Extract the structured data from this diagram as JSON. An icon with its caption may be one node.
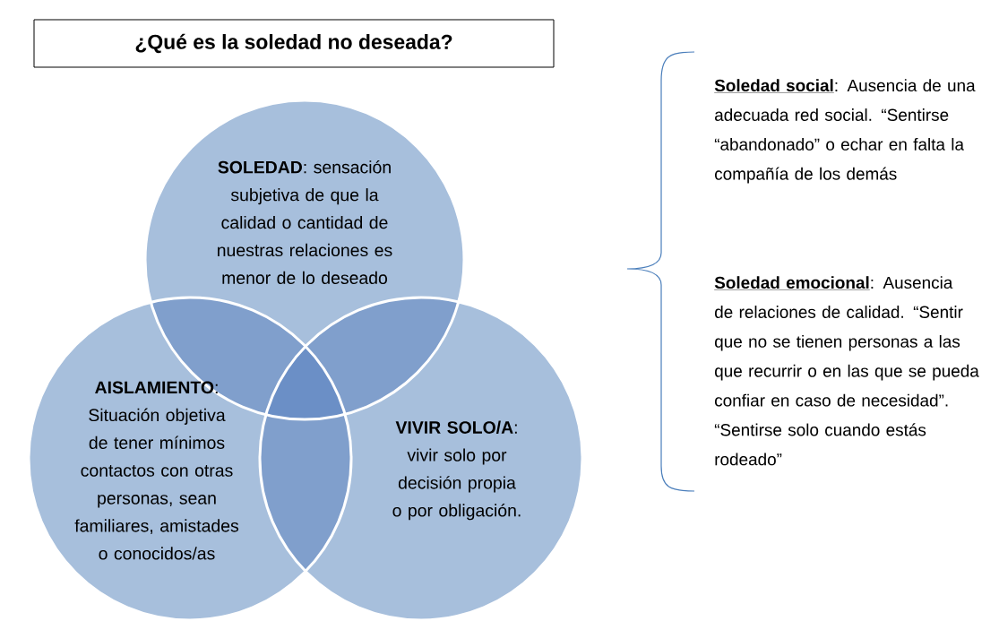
{
  "diagram": {
    "title": "¿Qué es la soledad no deseada?",
    "nodes": [
      {
        "text": [
          "**SOLEDAD**: sensación subjetiva de que la calidad o cantidad de nuestras relaciones es menor de lo deseado"
        ]
      },
      {
        "text": [
          "**AISLAMIENTO**: Situación objetiva de tener mínimos contactos con otras personas, sean familiares, amistades o conocidos/as"
        ]
      },
      {
        "text": [
          "**VIVIR SOLO/A**: vivir solo por decisión propia o por obligación."
        ]
      }
    ],
    "labels": [
      "**Soledad social**: Ausencia de una adecuada red social.  “Sentirse “abandonado” o echar en falta la compañía de los demás",
      "**Soledad emocional**: Ausencia de relaciones de calidad. “Sentir que no se tienen personas a las que recurrir o en las que se pueda confiar en caso de necesidad”. “Sentirse solo cuando estás rodeado”"
    ]
  }
}
